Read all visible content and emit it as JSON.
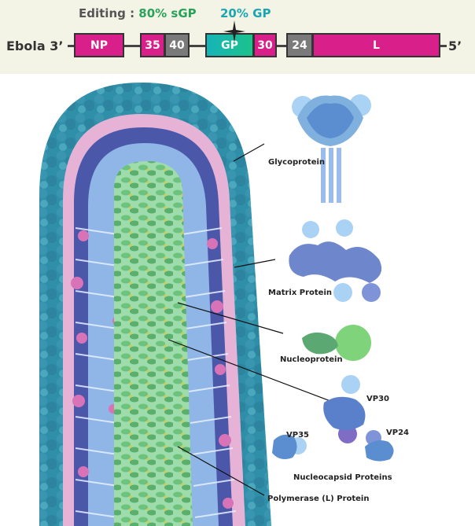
{
  "genome": {
    "editing_prefix": "Editing : ",
    "editing_value": "80% sGP",
    "gp_percent": "20% GP",
    "left_end": "Ebola 3’",
    "right_end": "5’",
    "genes": {
      "np": "NP",
      "vp35": "35",
      "vp40": "40",
      "gp": "GP",
      "vp30": "30",
      "vp24": "24",
      "l": "L"
    }
  },
  "labels": {
    "glycoprotein": "Glycoprotein",
    "matrix": "Matrix Protein",
    "nucleoprotein": "Nucleoprotein",
    "vp30": "VP30",
    "vp35": "VP35",
    "vp24": "VP24",
    "nucleocapsid": "Nucleocapsid Proteins",
    "polymerase": "Polymerase (L) Protein"
  },
  "colors": {
    "gene_pink": "#d81f8a",
    "gene_grey": "#7a7a7a",
    "gene_teal": "#16b4b8",
    "envelope_teal": "#2f8fa8",
    "membrane_pink": "#e6b3d6",
    "capsid_green": "#8ed49a",
    "protein_blue": "#8fb6e6"
  }
}
